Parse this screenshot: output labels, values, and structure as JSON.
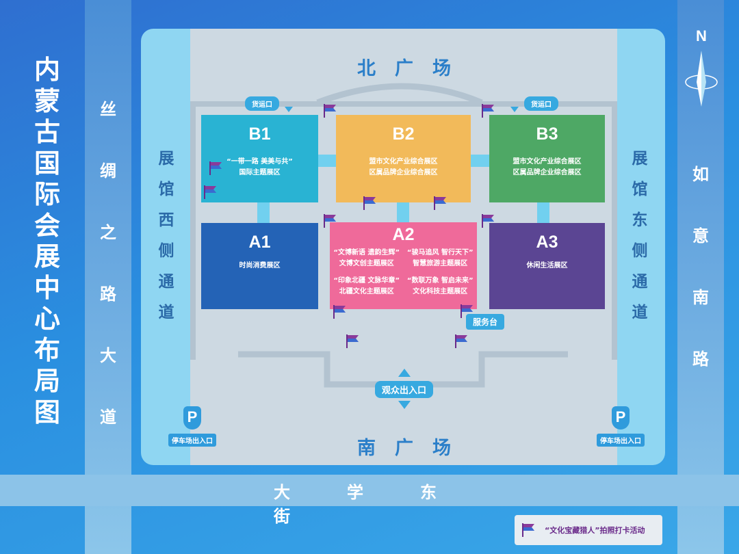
{
  "map_title": "内蒙古国际会展中心布局图",
  "compass": {
    "label": "N"
  },
  "roads": {
    "west": "丝绸之路大道",
    "east": "如意南路",
    "south": "大学东街"
  },
  "passages": {
    "west": "展馆西侧通道",
    "east": "展馆东侧通道"
  },
  "plazas": {
    "north": "北广场",
    "south": "南广场"
  },
  "tags": {
    "cargo_west": "货运口",
    "cargo_east": "货运口",
    "service_desk": "服务台",
    "visitor_entrance": "观众出入口",
    "parking_west": "停车场出入口",
    "parking_east": "停车场出入口"
  },
  "halls": {
    "B1": {
      "name": "B1",
      "lines": [
        "“一带一路 美美与共”",
        "国际主题展区"
      ],
      "color": "#29b3d3"
    },
    "B2": {
      "name": "B2",
      "lines": [
        "盟市文化产业综合展区",
        "区属品牌企业综合展区"
      ],
      "color": "#f2ba5a"
    },
    "B3": {
      "name": "B3",
      "lines": [
        "盟市文化产业综合展区",
        "区属品牌企业综合展区"
      ],
      "color": "#4ea865"
    },
    "A1": {
      "name": "A1",
      "lines": [
        "时尚消费展区"
      ],
      "color": "#2463b6"
    },
    "A2": {
      "name": "A2",
      "zones": [
        {
          "slogan": "“文博新语 遗韵生辉”",
          "label": "文博文创主题展区"
        },
        {
          "slogan": "“骏马追风 智行天下”",
          "label": "智慧旅游主题展区"
        },
        {
          "slogan": "“印象北疆 文脉华章”",
          "label": "北疆文化主题展区"
        },
        {
          "slogan": "“数联万象 智启未来”",
          "label": "文化科技主题展区"
        }
      ],
      "color": "#ef6a9a"
    },
    "A3": {
      "name": "A3",
      "lines": [
        "休闲生活展区"
      ],
      "color": "#5b4593"
    }
  },
  "legend": {
    "text": "“文化宝藏猎人”拍照打卡活动"
  },
  "colors": {
    "flag_purple": "#8a3a9a",
    "flag_blue": "#3a6ad0",
    "tag_blue": "#37a9e0"
  }
}
